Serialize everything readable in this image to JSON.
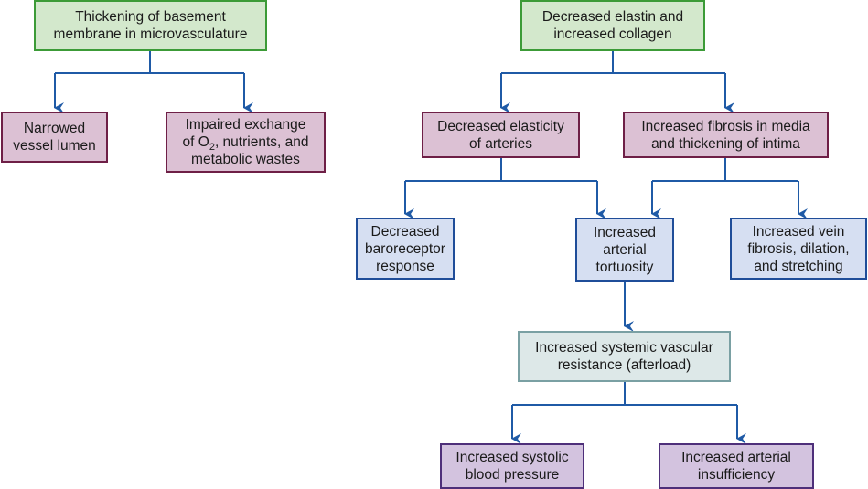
{
  "diagram": {
    "nodes": [
      {
        "id": "thickening",
        "lines": [
          "Thickening of basement",
          "membrane in microvasculature"
        ]
      },
      {
        "id": "elastin",
        "lines": [
          "Decreased elastin and",
          "increased collagen"
        ]
      },
      {
        "id": "narrowed",
        "lines": [
          "Narrowed",
          "vessel lumen"
        ]
      },
      {
        "id": "impaired",
        "lines": [
          "Impaired exchange",
          "nutrients, and",
          "metabolic wastes"
        ],
        "line2_prefix": "of O",
        "line2_sub": "2",
        "line2_suffix": ", nutrients, and"
      },
      {
        "id": "elasticity",
        "lines": [
          "Decreased elasticity",
          "of arteries"
        ]
      },
      {
        "id": "fibrosis",
        "lines": [
          "Increased fibrosis in media",
          "and thickening of intima"
        ]
      },
      {
        "id": "baroreceptor",
        "lines": [
          "Decreased",
          "baroreceptor",
          "response"
        ]
      },
      {
        "id": "tortuosity",
        "lines": [
          "Increased",
          "arterial",
          "tortuosity"
        ]
      },
      {
        "id": "vein",
        "lines": [
          "Increased vein",
          "fibrosis, dilation,",
          "and stretching"
        ]
      },
      {
        "id": "svr",
        "lines": [
          "Increased systemic vascular",
          "resistance (afterload)"
        ]
      },
      {
        "id": "systolic",
        "lines": [
          "Increased systolic",
          "blood pressure"
        ]
      },
      {
        "id": "insufficiency",
        "lines": [
          "Increased arterial",
          "insufficiency"
        ]
      }
    ],
    "edges": [
      {
        "from": "thickening",
        "to": "narrowed"
      },
      {
        "from": "thickening",
        "to": "impaired"
      },
      {
        "from": "elastin",
        "to": "elasticity"
      },
      {
        "from": "elastin",
        "to": "fibrosis"
      },
      {
        "from": "elasticity",
        "to": "baroreceptor"
      },
      {
        "from": "elasticity",
        "to": "tortuosity"
      },
      {
        "from": "fibrosis",
        "to": "tortuosity"
      },
      {
        "from": "fibrosis",
        "to": "vein"
      },
      {
        "from": "tortuosity",
        "to": "svr"
      },
      {
        "from": "svr",
        "to": "systolic"
      },
      {
        "from": "svr",
        "to": "insufficiency"
      }
    ],
    "colors": {
      "arrow": "#1f5aa6",
      "green_border": "#3c9b37",
      "maroon_border": "#6e1f46",
      "blue_border": "#1f4d99",
      "teal_border": "#7aa0a3",
      "purple_border": "#4e2f7a"
    }
  }
}
